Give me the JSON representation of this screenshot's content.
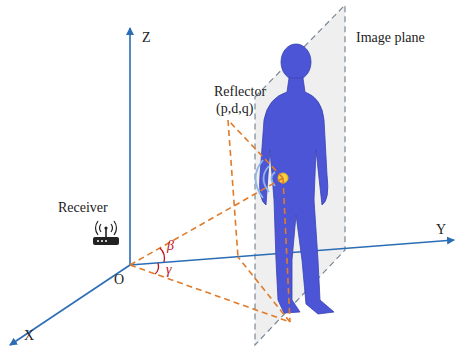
{
  "diagram": {
    "labels": [
      "Z",
      "Image plane",
      "Reflector",
      "(p,d,q)",
      "Receiver",
      "β",
      "O",
      "γ",
      "Y",
      "X"
    ]
  }
}
